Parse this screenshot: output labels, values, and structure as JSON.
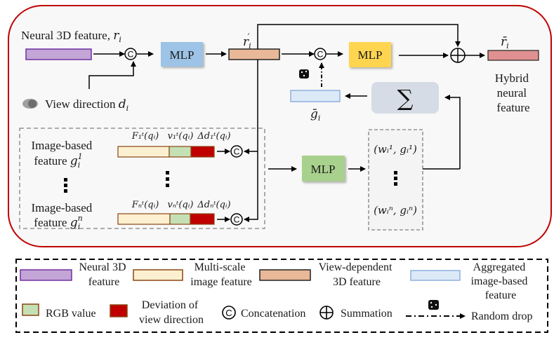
{
  "main": {
    "neural_feature_label": "Neural 3D feature, ",
    "neural_feature_symbol": "r",
    "neural_feature_sub": "i",
    "view_direction_label": "View direction ",
    "view_direction_symbol": "d",
    "view_direction_sub": "i",
    "mlp1_label": "MLP",
    "mlp2_label": "MLP",
    "mlp3_label": "MLP",
    "r_prime_symbol": "r",
    "r_prime_sub": "i",
    "r_prime_mark": "′",
    "r_bar_symbol": "r̄",
    "r_bar_sub": "i",
    "hybrid_label": [
      "Hybrid",
      "neural",
      "feature"
    ],
    "g_bar_symbol": "ḡ",
    "g_bar_sub": "i",
    "sum_symbol": "∑",
    "concat_symbol": "C",
    "image_feature_1_label": [
      "Image-based",
      "feature "
    ],
    "image_feature_1_symbol": "g",
    "image_feature_1_sup": "1",
    "image_feature_1_sub": "i",
    "image_feature_n_label": [
      "Image-based",
      "feature "
    ],
    "image_feature_n_symbol": "g",
    "image_feature_n_sup": "n",
    "image_feature_n_sub": "i",
    "segment_labels_1": [
      "F₁ᵗ(qᵢ)",
      "v₁ᵗ(qᵢ)",
      "Δd₁ᵗ(qᵢ)"
    ],
    "segment_labels_n": [
      "Fₙᵗ(qᵢ)",
      "vₙᵗ(qᵢ)",
      "Δdₙᵗ(qᵢ)"
    ],
    "weights_1": "(wᵢ¹, gᵢ¹)",
    "weights_n": "(wᵢⁿ, gᵢⁿ)",
    "ellipsis": "⋮"
  },
  "legend": {
    "neural_3d": [
      "Neural 3D",
      "feature"
    ],
    "multi_scale": [
      "Multi-scale",
      "image feature"
    ],
    "view_dependent": [
      "View-dependent",
      "3D feature"
    ],
    "aggregated": [
      "Aggregated",
      "image-based",
      "feature"
    ],
    "rgb": "RGB value",
    "deviation": [
      "Deviation of",
      "view direction"
    ],
    "concatenation": "Concatenation",
    "summation": "Summation",
    "random_drop": "Random drop"
  },
  "colors": {
    "outer_border": "#c00000",
    "neural_fill": "#c3a5d6",
    "neural_stroke": "#7030a0",
    "multiscale_fill": "#fdf0d0",
    "multiscale_stroke": "#8b4513",
    "viewdep_fill": "#e8b898",
    "rgb_fill": "#c5e0b4",
    "deviation_fill": "#c00000",
    "aggregated_fill": "#dce9f7",
    "aggregated_stroke": "#8fb0e0",
    "hybrid_fill": "#e09090",
    "mlp_blue": "#9dc3e6",
    "mlp_yellow": "#ffd54f",
    "mlp_green": "#a9d18e",
    "sum_box": "#d6dce5"
  }
}
